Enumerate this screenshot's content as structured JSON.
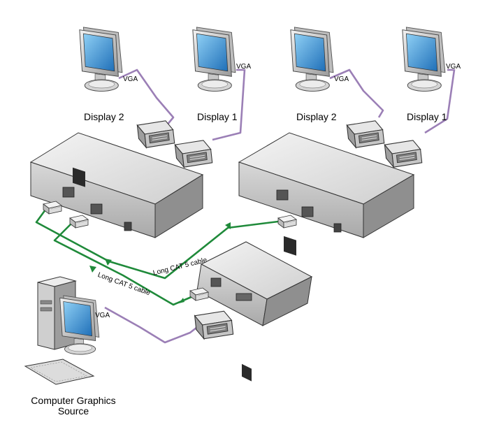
{
  "colors": {
    "cable_purple": "#9b7fb6",
    "cable_green": "#1f8a3a",
    "screen_blue": "#2e8fd6",
    "device_grey": "#d9d9d9",
    "device_dark": "#8f8f8f"
  },
  "displays": [
    {
      "label": "Display 2",
      "cable_label": "VGA"
    },
    {
      "label": "Display 1",
      "cable_label": "VGA"
    },
    {
      "label": "Display 2",
      "cable_label": "VGA"
    },
    {
      "label": "Display 1",
      "cable_label": "VGA"
    }
  ],
  "source": {
    "label_line1": "Computer Graphics",
    "label_line2": "Source",
    "cable_label": "VGA"
  },
  "cables": {
    "cat5_upper": "Long CAT 5 cable",
    "cat5_lower": "Long CAT 5 cable"
  }
}
